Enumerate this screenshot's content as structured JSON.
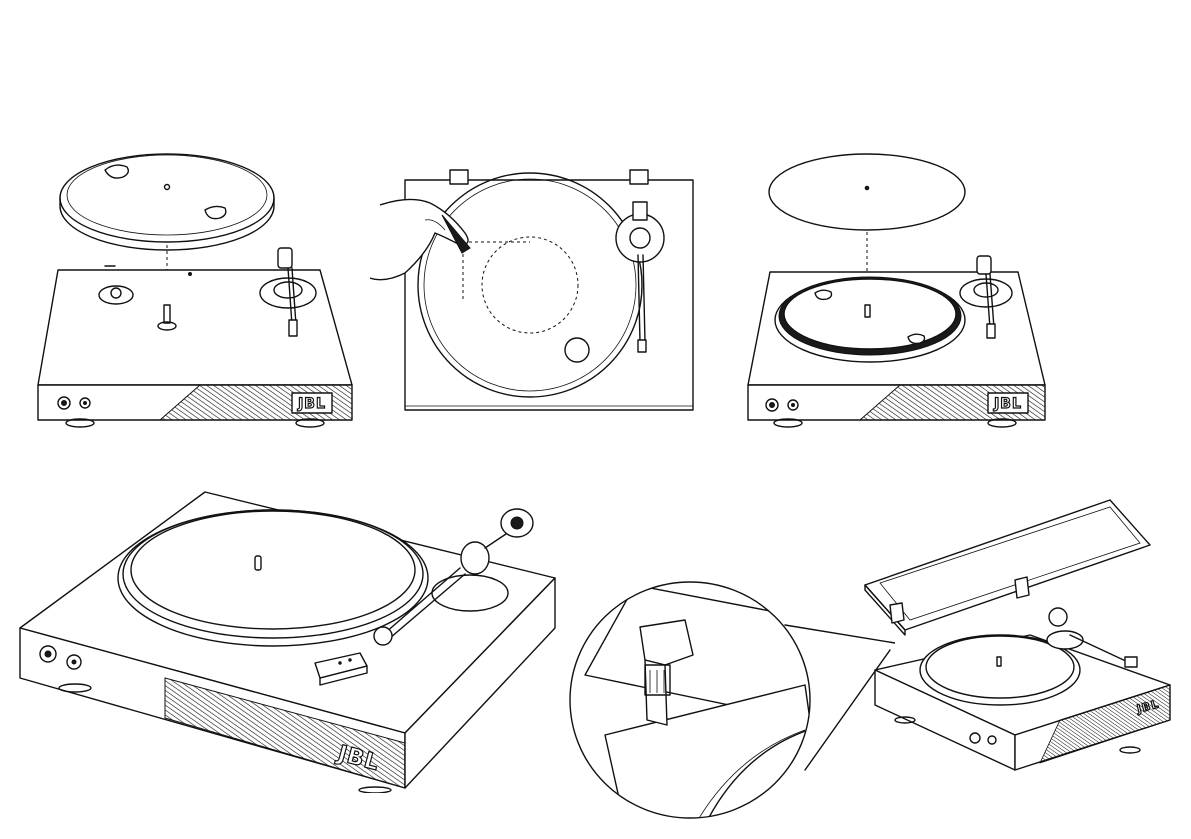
{
  "brand_logo": "JBL",
  "panels": [
    {
      "id": "step-1",
      "content": "platter-lowered-onto-spindle"
    },
    {
      "id": "step-2",
      "content": "belt-placement-top-view"
    },
    {
      "id": "step-3",
      "content": "mat-placed-on-platter"
    },
    {
      "id": "step-4",
      "content": "turntable-perspective-with-cartridge"
    },
    {
      "id": "step-5",
      "content": "dust-cover-hinge-detail"
    },
    {
      "id": "step-6",
      "content": "turntable-with-dust-cover-attached"
    }
  ],
  "icons": [
    "platter-icon",
    "spindle-icon",
    "tonearm-icon",
    "hand-icon",
    "belt-icon",
    "mat-icon",
    "cartridge-icon",
    "counterweight-icon",
    "hinge-icon",
    "dust-cover-icon",
    "magnifier-icon"
  ]
}
